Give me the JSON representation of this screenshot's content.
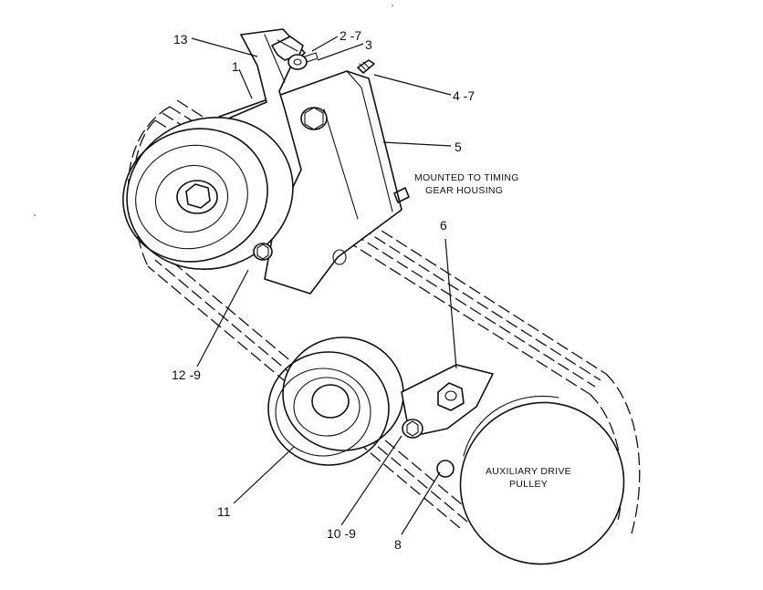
{
  "callouts": {
    "c13": "13",
    "c1": "1",
    "c2_7": "2 -7",
    "c3": "3",
    "c4_7": "4 -7",
    "c5": "5",
    "c6": "6",
    "c12_9": "12 -9",
    "c11": "11",
    "c10_9": "10 -9",
    "c8": "8"
  },
  "notes": {
    "mounted_line1": "MOUNTED TO TIMING",
    "mounted_line2": "GEAR HOUSING",
    "aux_line1": "AUXILIARY DRIVE",
    "aux_line2": "PULLEY"
  }
}
